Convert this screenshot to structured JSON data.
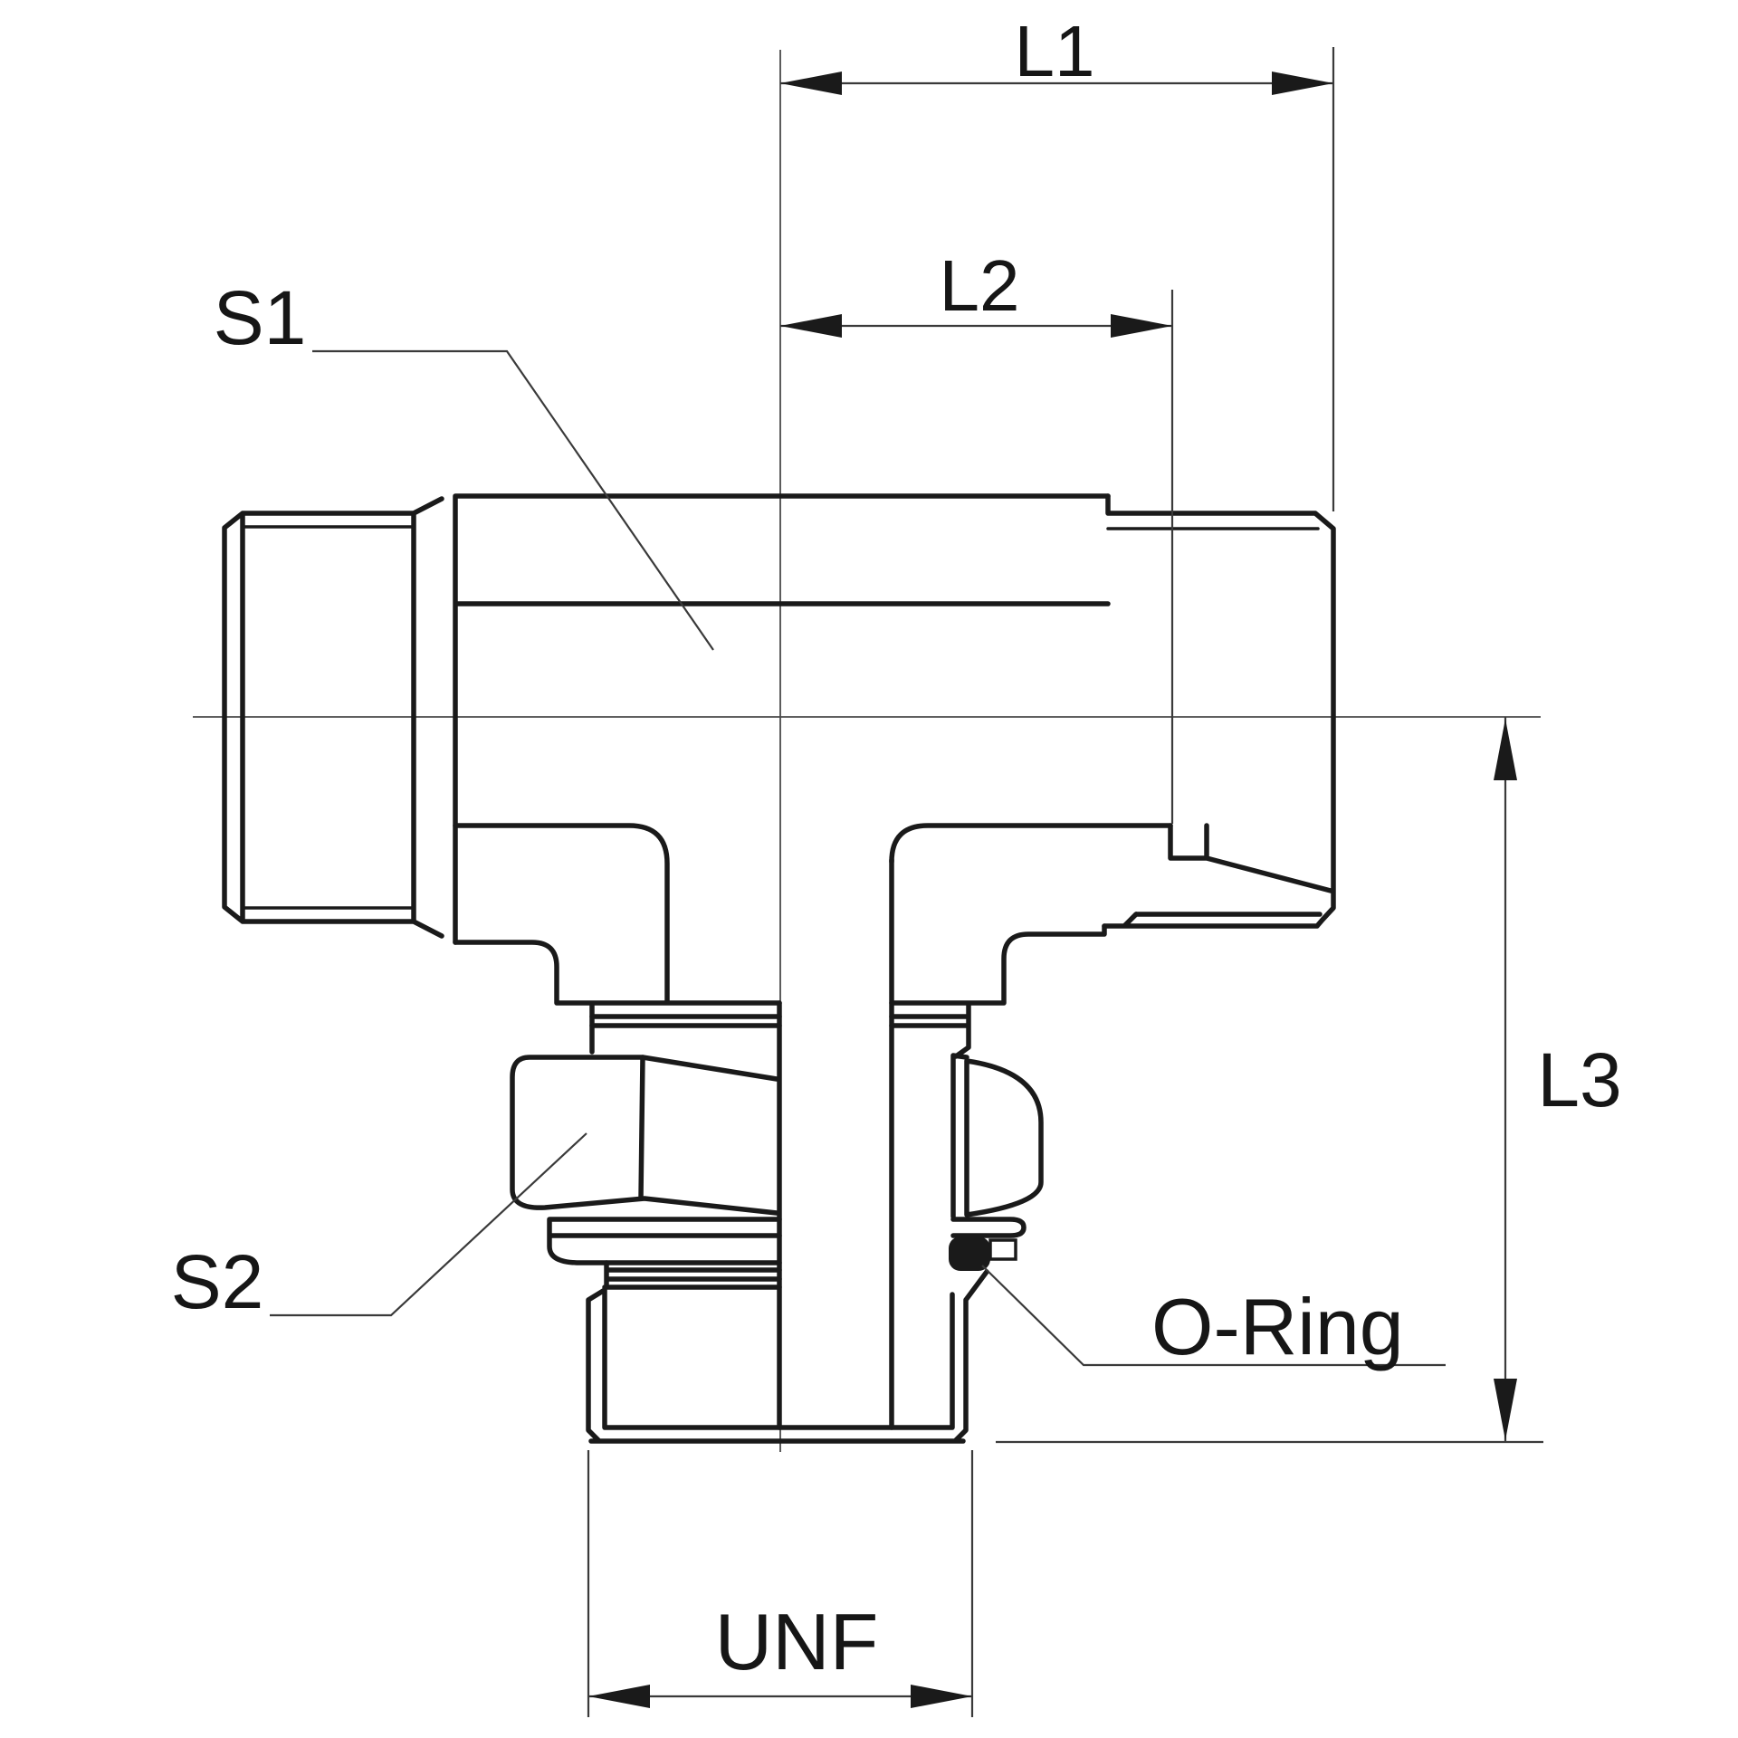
{
  "drawing": {
    "type": "technical-dimension-drawing",
    "subject": "adjustable-branch-tee-fitting",
    "colors": {
      "line": "#1a1a1a",
      "centerline": "#4a4a4a",
      "background": "#ffffff",
      "oring_fill": "#1a1a1a"
    },
    "labels": {
      "l1": "L1",
      "l2": "L2",
      "l3": "L3",
      "s1": "S1",
      "s2": "S2",
      "unf": "UNF",
      "oring": "O-Ring"
    }
  }
}
